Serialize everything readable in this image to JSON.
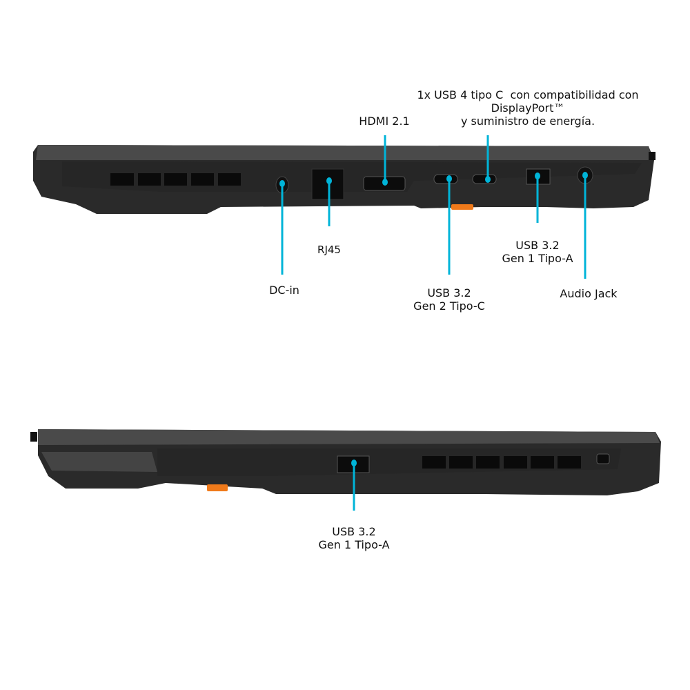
{
  "colors": {
    "accent": "#00b4d8",
    "body": "#3a3a3a",
    "body_dark": "#1c1c1c",
    "orange": "#f07a1a"
  },
  "left_side": {
    "labels": {
      "usb4": [
        "1x USB 4 tipo C  con compatibilidad con",
        "DisplayPort™",
        "y suministro de energía."
      ],
      "hdmi": "HDMI 2.1",
      "rj45": "RJ45",
      "dc_in": "DC-in",
      "usb_c_gen2": [
        "USB 3.2",
        "Gen 2 Tipo-C"
      ],
      "usb_a_gen1": [
        "USB 3.2",
        "Gen 1 Tipo-A"
      ],
      "audio": "Audio Jack"
    }
  },
  "right_side": {
    "labels": {
      "usb_a_gen1": [
        "USB 3.2",
        "Gen 1 Tipo-A"
      ]
    }
  }
}
